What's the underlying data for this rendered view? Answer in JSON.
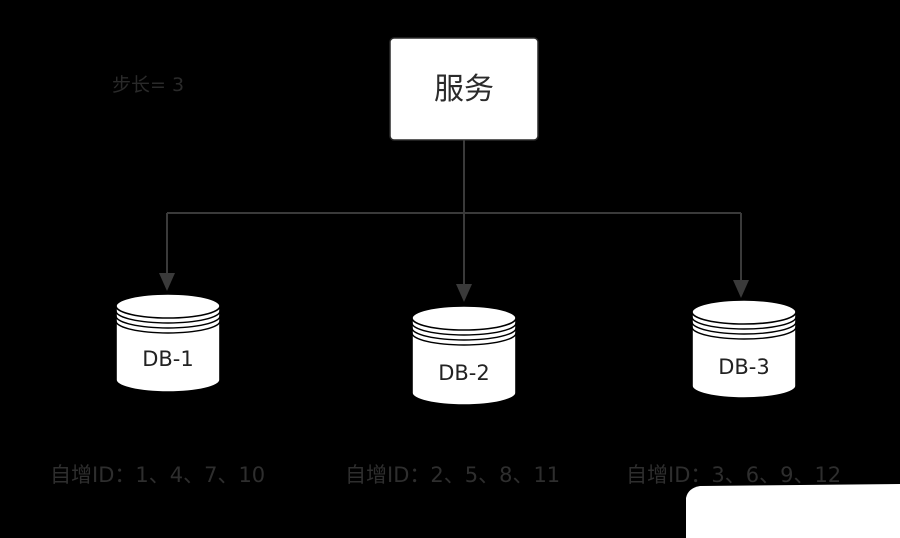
{
  "step_label": "步长= 3",
  "service": {
    "label": "服务"
  },
  "databases": [
    {
      "name": "DB-1",
      "id_label": "自增ID：1、4、7、10"
    },
    {
      "name": "DB-2",
      "id_label": "自增ID：2、5、8、11"
    },
    {
      "name": "DB-3",
      "id_label": "自增ID：3、6、9、12"
    }
  ],
  "colors": {
    "background": "#000000",
    "node_fill": "#ffffff",
    "connector": "#3a3a3a",
    "label_text": "#2e2e2e"
  }
}
